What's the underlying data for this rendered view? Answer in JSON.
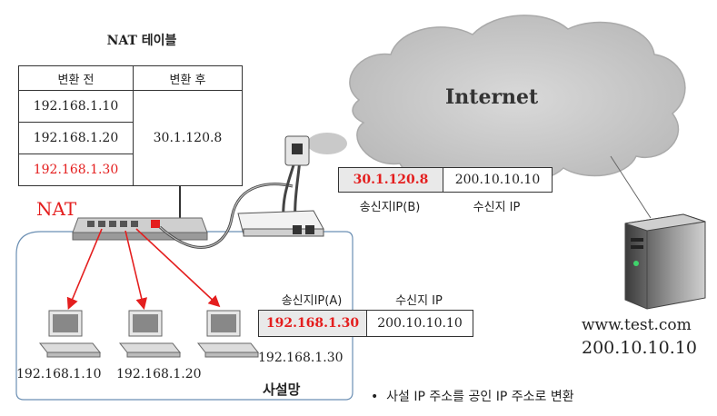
{
  "nat_table": {
    "title": "NAT 테이블",
    "header_before": "변환 전",
    "header_after": "변환 후",
    "rows": [
      "192.168.1.10",
      "192.168.1.20",
      "192.168.1.30"
    ],
    "translated": "30.1.120.8"
  },
  "internet_label": "Internet",
  "nat_label": "NAT",
  "public_packet": {
    "src": "30.1.120.8",
    "dst": "200.10.10.10",
    "src_caption": "송신지IP(B)",
    "dst_caption": "수신지 IP"
  },
  "private_packet": {
    "src": "192.168.1.30",
    "dst": "200.10.10.10",
    "src_caption": "송신지IP(A)",
    "dst_caption": "수신지 IP"
  },
  "pcs": [
    "192.168.1.10",
    "192.168.1.20",
    "192.168.1.30"
  ],
  "server": {
    "name": "www.test.com",
    "ip": "200.10.10.10"
  },
  "private_net_label": "사설망",
  "bullet_note": "사설 IP 주소를 공인 IP 주소로 변환",
  "colors": {
    "highlight": "#e41e1e",
    "cloud": "#cfcfcf",
    "lan_border": "#6b8fb3"
  }
}
